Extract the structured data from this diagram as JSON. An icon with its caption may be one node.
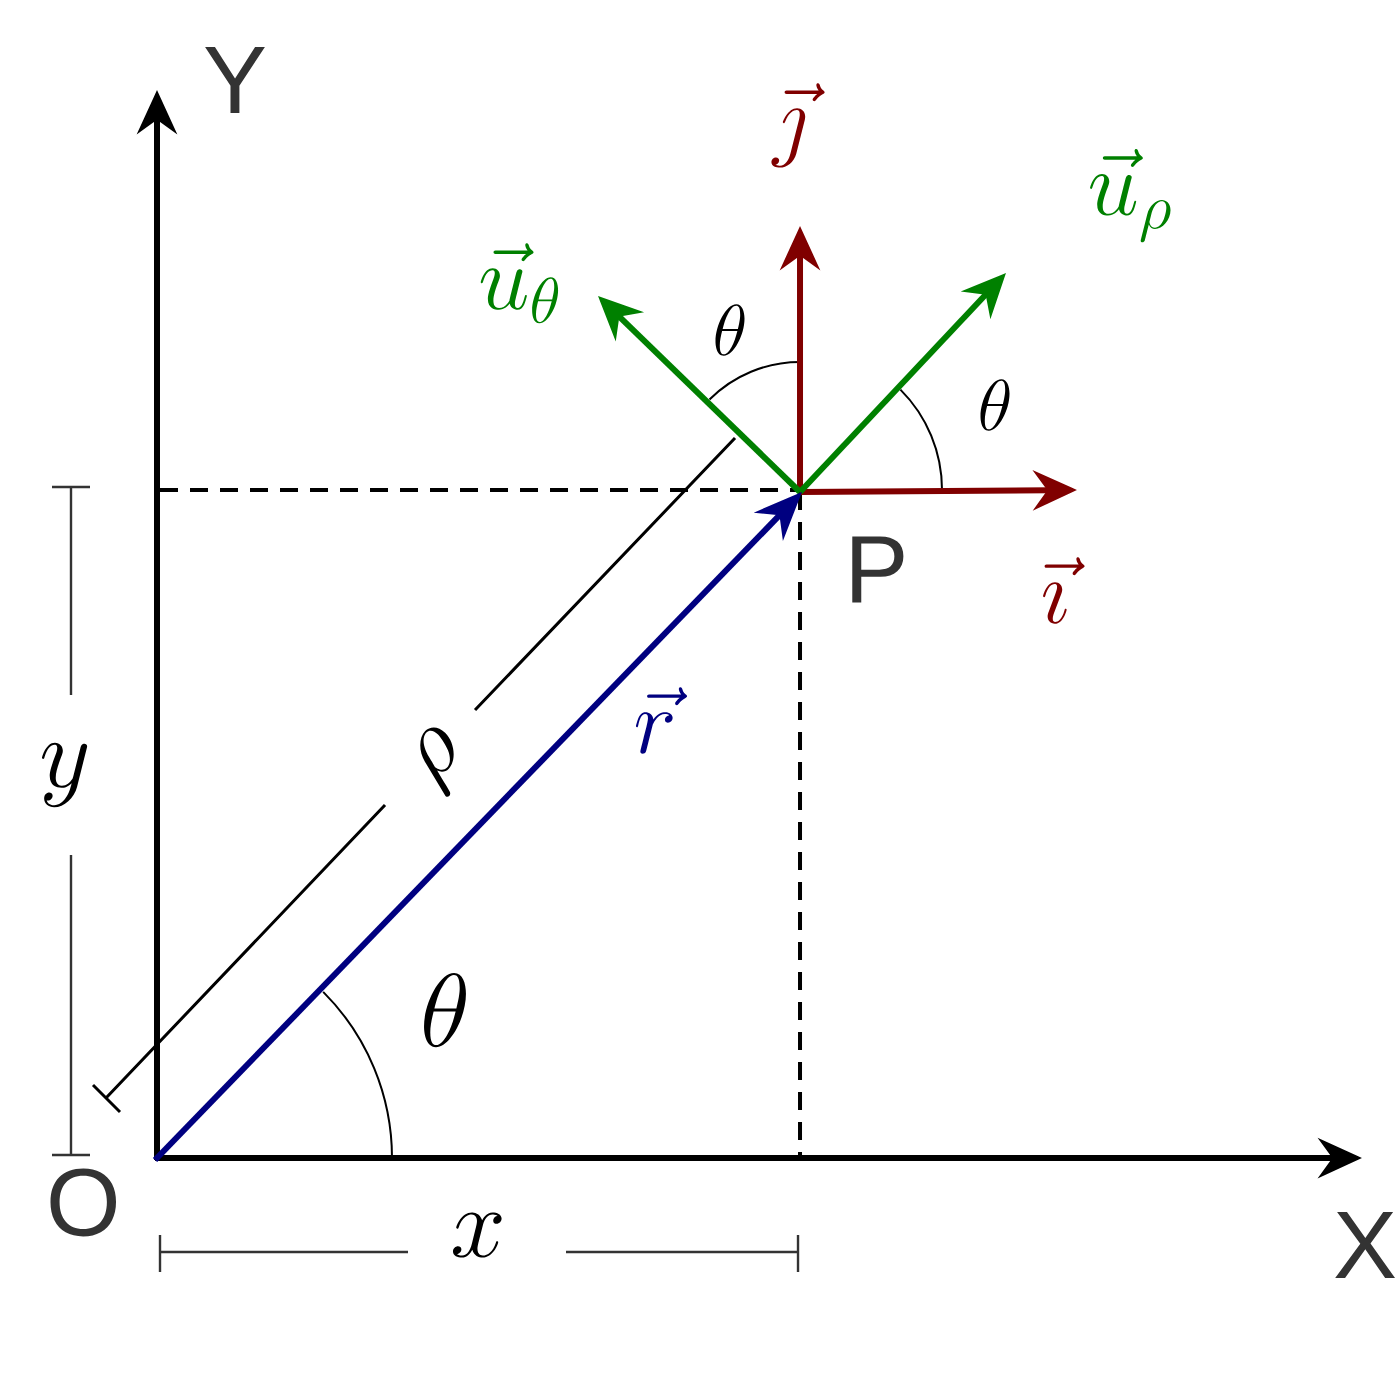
{
  "diagram": {
    "nodes": [
      {
        "text": [
          "O"
        ]
      },
      {
        "text": [
          "P"
        ]
      }
    ],
    "edges": [
      {
        "from": 0,
        "to": 1,
        "arrow": "to",
        "label": "\\vec{r}",
        "color": "#000080"
      }
    ],
    "labels": [
      "Y",
      "\\vec{\\jmath}",
      "\\vec{u}_\\rho",
      "\\vec{u}_\\theta",
      "\\theta",
      "\\theta",
      "\\vec{\\imath}",
      "\\rho",
      "y",
      "\\theta",
      "X",
      "x"
    ]
  }
}
